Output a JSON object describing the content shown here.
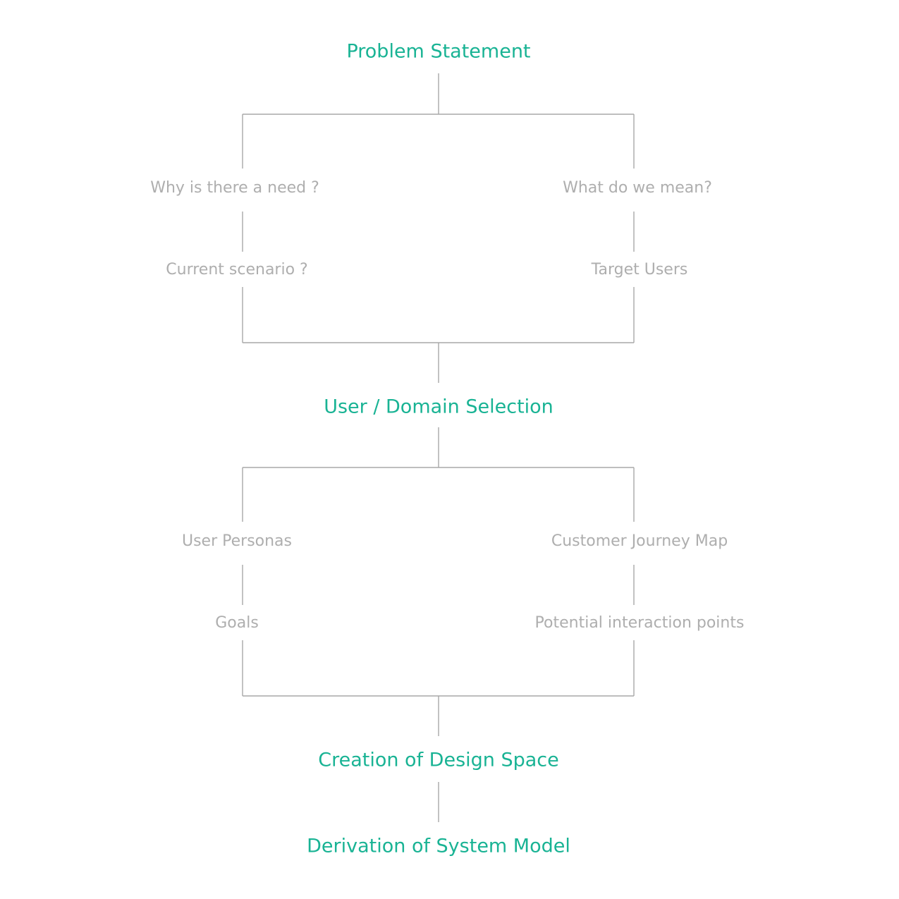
{
  "colors": {
    "primary": "#19b394",
    "secondary": "#aeaeae",
    "line": "#a8a8a8"
  },
  "stage1": {
    "title": "Problem Statement",
    "left": [
      "Why is there a need ?",
      "Current scenario ?"
    ],
    "right": [
      "What do we mean?",
      "Target Users"
    ]
  },
  "stage2": {
    "title": "User / Domain Selection",
    "left": [
      "User Personas",
      "Goals"
    ],
    "right": [
      "Customer Journey Map",
      "Potential interaction points"
    ]
  },
  "stage3": {
    "title": "Creation of Design Space"
  },
  "stage4": {
    "title": "Derivation of System Model"
  }
}
